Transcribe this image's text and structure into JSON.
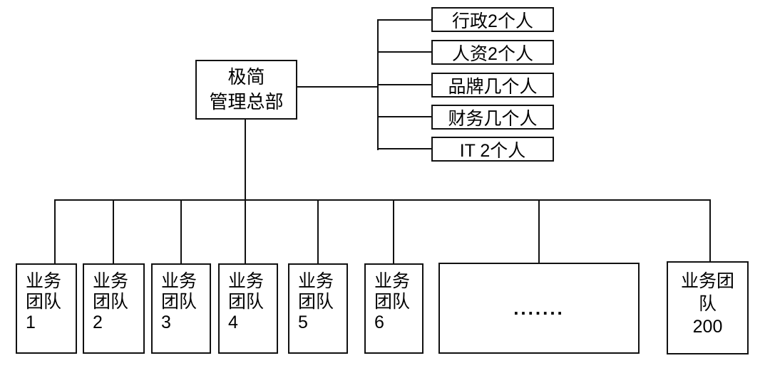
{
  "colors": {
    "line": "#111111",
    "background": "#ffffff",
    "text": "#000000"
  },
  "root_box": {
    "line1": "极简",
    "line2": "管理总部"
  },
  "departments": [
    {
      "label": "行政2个人"
    },
    {
      "label": "人资2个人"
    },
    {
      "label": "品牌几个人"
    },
    {
      "label": "财务几个人"
    },
    {
      "label": "IT 2个人"
    }
  ],
  "teams": [
    {
      "line1": "业务",
      "line2": "团队",
      "line3": "1"
    },
    {
      "line1": "业务",
      "line2": "团队",
      "line3": "2"
    },
    {
      "line1": "业务",
      "line2": "团队",
      "line3": "3"
    },
    {
      "line1": "业务",
      "line2": "团队",
      "line3": "4"
    },
    {
      "line1": "业务",
      "line2": "团队",
      "line3": "5"
    },
    {
      "line1": "业务",
      "line2": "团队",
      "line3": "6"
    }
  ],
  "ellipsis_box": {
    "label": "......."
  },
  "last_team": {
    "line1": "业务团",
    "line2": "队",
    "line3": "200"
  }
}
